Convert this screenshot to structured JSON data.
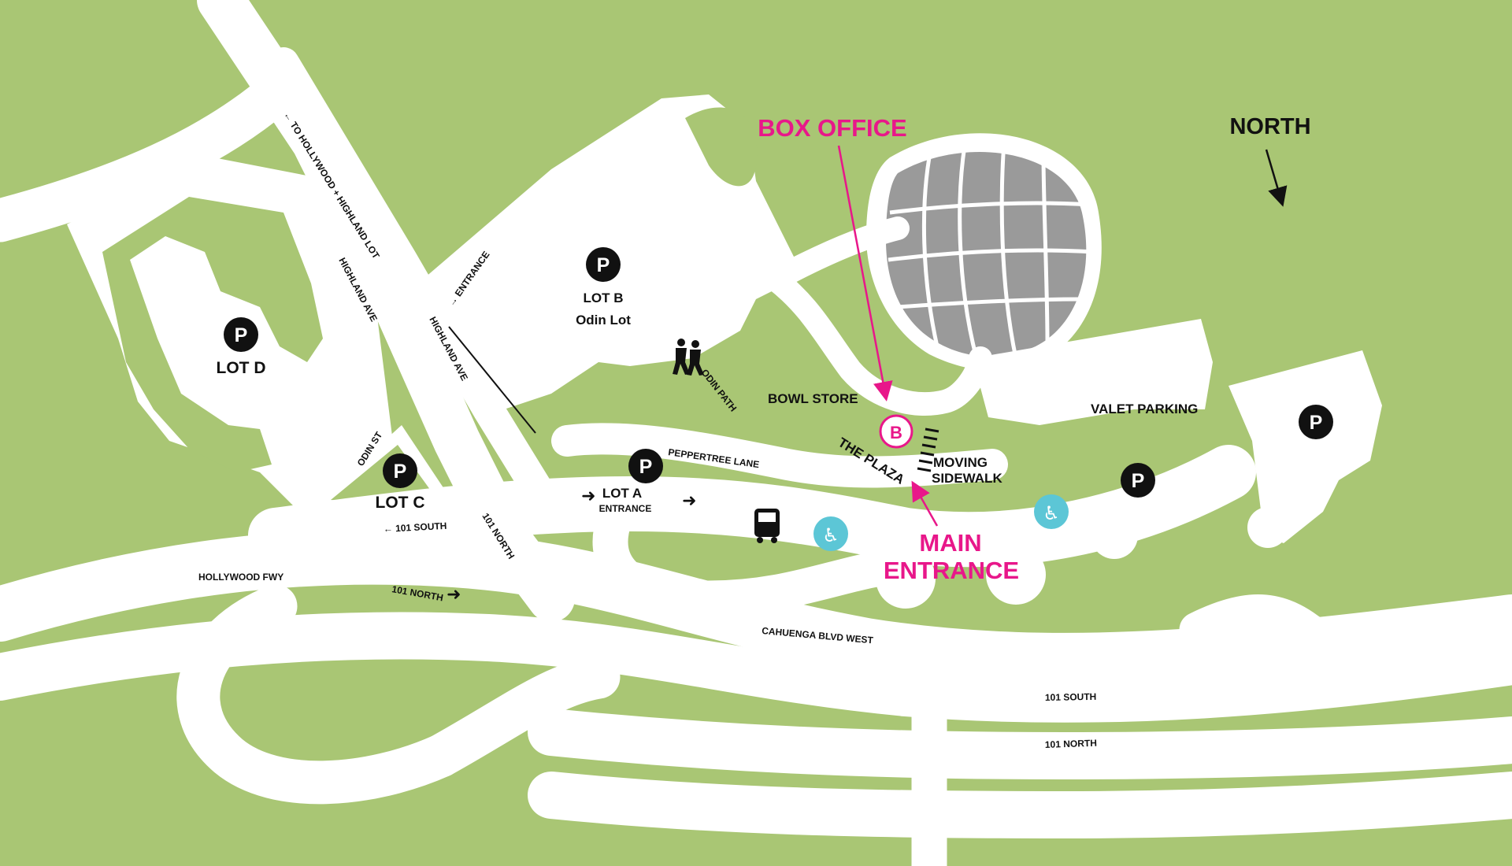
{
  "parking": {
    "lot_d": {
      "symbol": "P",
      "label": "LOT D"
    },
    "lot_b": {
      "symbol": "P",
      "label": "LOT B",
      "sublabel": "Odin Lot"
    },
    "lot_c": {
      "symbol": "P",
      "label": "LOT C"
    },
    "lot_a": {
      "symbol": "P",
      "label": "LOT A",
      "sublabel": "ENTRANCE"
    },
    "east_lot_1": {
      "symbol": "P"
    },
    "east_lot_2": {
      "symbol": "P"
    }
  },
  "streets": {
    "to_hollywood": "← TO HOLLYWOOD + HIGHLAND LOT",
    "highland_ave_1": "HIGHLAND AVE",
    "highland_ave_2": "HIGHLAND AVE",
    "entrance": "→ ENTRANCE",
    "odin_st": "ODIN ST",
    "odin_path": "ODIN PATH",
    "peppertree_lane": "PEPPERTREE LANE",
    "south_101_west": "← 101 SOUTH",
    "north_101_ramp": "101 NORTH",
    "hollywood_fwy": "HOLLYWOOD FWY",
    "north_101_fwy": "101 NORTH",
    "cahuenga": "CAHUENGA BLVD WEST",
    "south_101_east": "101 SOUTH",
    "north_101_east": "101 NORTH"
  },
  "places": {
    "bowl_store": "BOWL STORE",
    "the_plaza": "THE PLAZA",
    "moving_sidewalk_1": "MOVING",
    "moving_sidewalk_2": "SIDEWALK",
    "valet_parking": "VALET PARKING"
  },
  "callouts": {
    "box_office": "BOX OFFICE",
    "box_office_marker": "B",
    "main_entrance_1": "MAIN",
    "main_entrance_2": "ENTRANCE",
    "north": "NORTH"
  },
  "icons": {
    "pedestrian": "pedestrian-icon",
    "bus": "bus-icon",
    "accessible": "accessible-icon"
  },
  "colors": {
    "grass": "#a9c674",
    "road": "#ffffff",
    "accent": "#e8178a",
    "bowl": "#9a9a9a",
    "accessible": "#5cc6d6",
    "marker": "#111111"
  }
}
